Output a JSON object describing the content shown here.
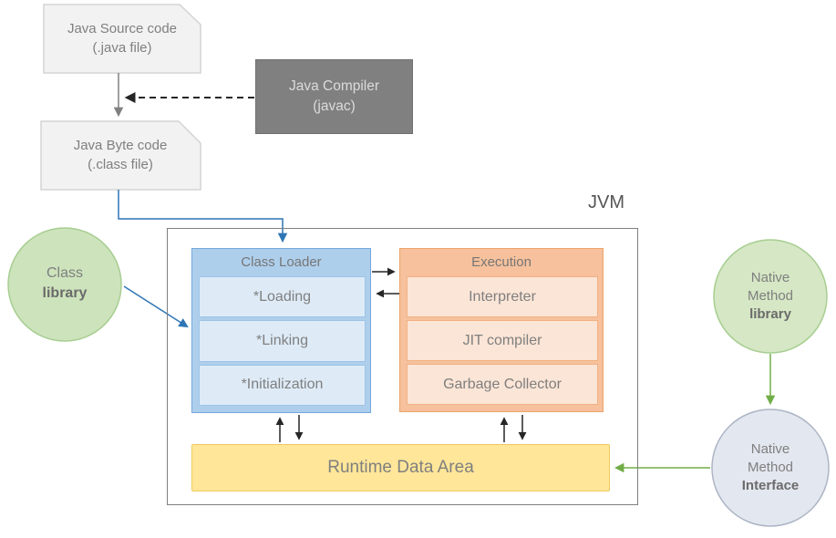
{
  "title": "JVM",
  "nodes": {
    "java_source": {
      "lines": [
        "Java Source code",
        "(.java file)"
      ]
    },
    "java_compiler": {
      "lines": [
        "Java Compiler",
        "(javac)"
      ]
    },
    "java_byte_code": {
      "lines": [
        "Java Byte code",
        "(.class file)"
      ]
    },
    "class_library": {
      "lines": [
        "Class",
        "library"
      ]
    },
    "class_loader": {
      "header": "Class Loader",
      "items": [
        "*Loading",
        "*Linking",
        "*Initialization"
      ]
    },
    "execution_engine": {
      "header": "Execution",
      "items": [
        "Interpreter",
        "JIT compiler",
        "Garbage Collector"
      ]
    },
    "runtime_data_area": {
      "label": "Runtime Data Area"
    },
    "native_method_library": {
      "lines": [
        "Native",
        "Method",
        "library"
      ]
    },
    "native_method_interface": {
      "lines": [
        "Native",
        "Method",
        "Interface"
      ]
    }
  },
  "colors": {
    "connector_blue": "#2E75B6",
    "connector_green": "#70AD47",
    "connector_black": "#262626",
    "connector_gray": "#808080",
    "loader_fill": "#AECFEC",
    "loader_item_fill": "#DEEBF7",
    "execution_fill": "#F6C19C",
    "execution_item_fill": "#FBE5D6",
    "runtime_fill": "#FFE699",
    "library_circle_fill": "#CDE3BC",
    "interface_circle_fill": "#E3E7EF",
    "compiler_fill": "#808080",
    "document_fill": "#F2F2F2"
  }
}
